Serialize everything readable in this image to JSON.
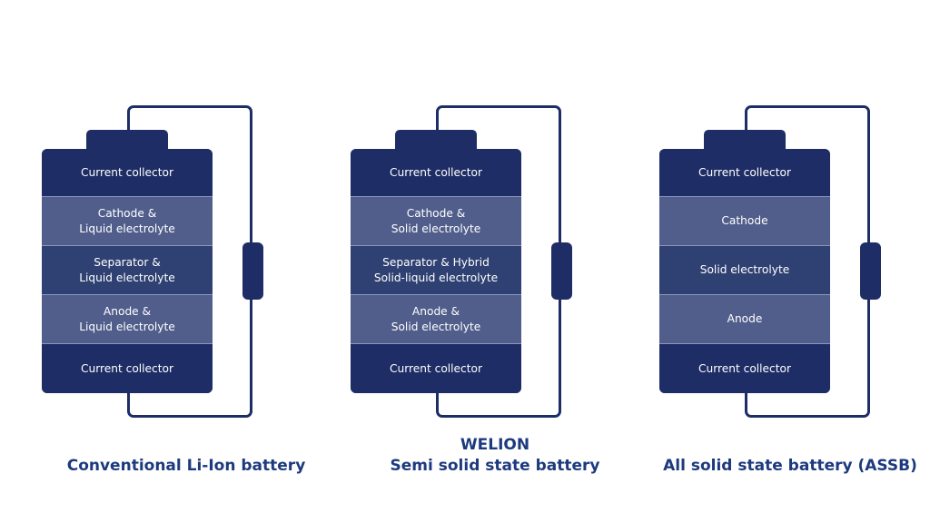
{
  "diagram": {
    "colors": {
      "dark_navy": "#1e2d65",
      "mid_navy": "#2f4072",
      "light_slate": "#515e8b",
      "caption_blue": "#1d3a7e"
    },
    "batteries": [
      {
        "title_line1": "",
        "title_line2": "Conventional Li-Ion battery",
        "layers": [
          {
            "label": "Current collector"
          },
          {
            "label": "Cathode &\nLiquid electrolyte"
          },
          {
            "label": "Separator &\nLiquid electrolyte"
          },
          {
            "label": "Anode &\nLiquid electrolyte"
          },
          {
            "label": "Current collector"
          }
        ]
      },
      {
        "title_line1": "WELION",
        "title_line2": "Semi solid state battery",
        "layers": [
          {
            "label": "Current collector"
          },
          {
            "label": "Cathode &\nSolid electrolyte"
          },
          {
            "label": "Separator & Hybrid\nSolid-liquid electrolyte"
          },
          {
            "label": "Anode &\nSolid electrolyte"
          },
          {
            "label": "Current collector"
          }
        ]
      },
      {
        "title_line1": "",
        "title_line2": "All solid state battery (ASSB)",
        "layers": [
          {
            "label": "Current collector"
          },
          {
            "label": "Cathode"
          },
          {
            "label": "Solid electrolyte"
          },
          {
            "label": "Anode"
          },
          {
            "label": "Current collector"
          }
        ]
      }
    ]
  }
}
